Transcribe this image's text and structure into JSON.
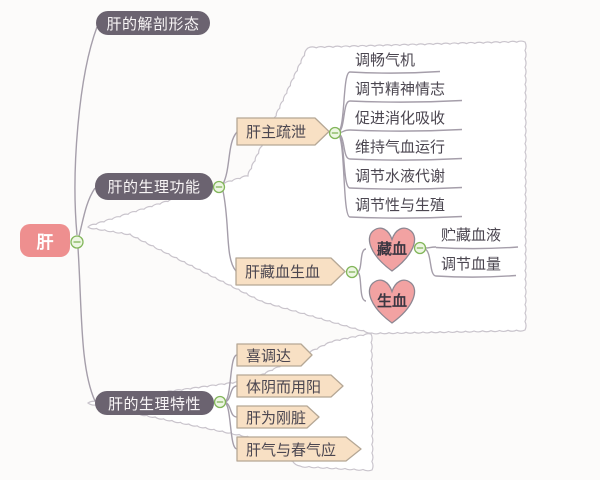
{
  "root": {
    "label": "肝"
  },
  "branches": [
    {
      "label": "肝的解剖形态"
    },
    {
      "label": "肝的生理功能",
      "children": [
        {
          "label": "肝主疏泄",
          "children": [
            {
              "label": "调畅气机"
            },
            {
              "label": "调节精神情志"
            },
            {
              "label": "促进消化吸收"
            },
            {
              "label": "维持气血运行"
            },
            {
              "label": "调节水液代谢"
            },
            {
              "label": "调节性与生殖"
            }
          ]
        },
        {
          "label": "肝藏血生血",
          "children": [
            {
              "label": "藏血",
              "children": [
                {
                  "label": "贮藏血液"
                },
                {
                  "label": "调节血量"
                }
              ]
            },
            {
              "label": "生血"
            }
          ]
        }
      ]
    },
    {
      "label": "肝的生理特性",
      "children": [
        {
          "label": "喜调达"
        },
        {
          "label": "体阴而用阳"
        },
        {
          "label": "肝为刚脏"
        },
        {
          "label": "肝气与春气应"
        }
      ]
    }
  ],
  "icons": {
    "collapse_toggle": "minus-circle"
  },
  "colors": {
    "background": "#fcfbfa",
    "root_fill": "#ee8f8f",
    "branch_pill_fill": "#6b6370",
    "pennant_fill": "#f8e0c4",
    "pennant_stroke": "#b5a795",
    "heart_fill": "#f2a2a2",
    "heart_stroke": "#8d8792",
    "toggle_fill": "#edf6e3",
    "toggle_stroke": "#82b65a",
    "connector": "#a59eaa",
    "boundary": "#c9c4cc",
    "text": "#4b4650"
  }
}
